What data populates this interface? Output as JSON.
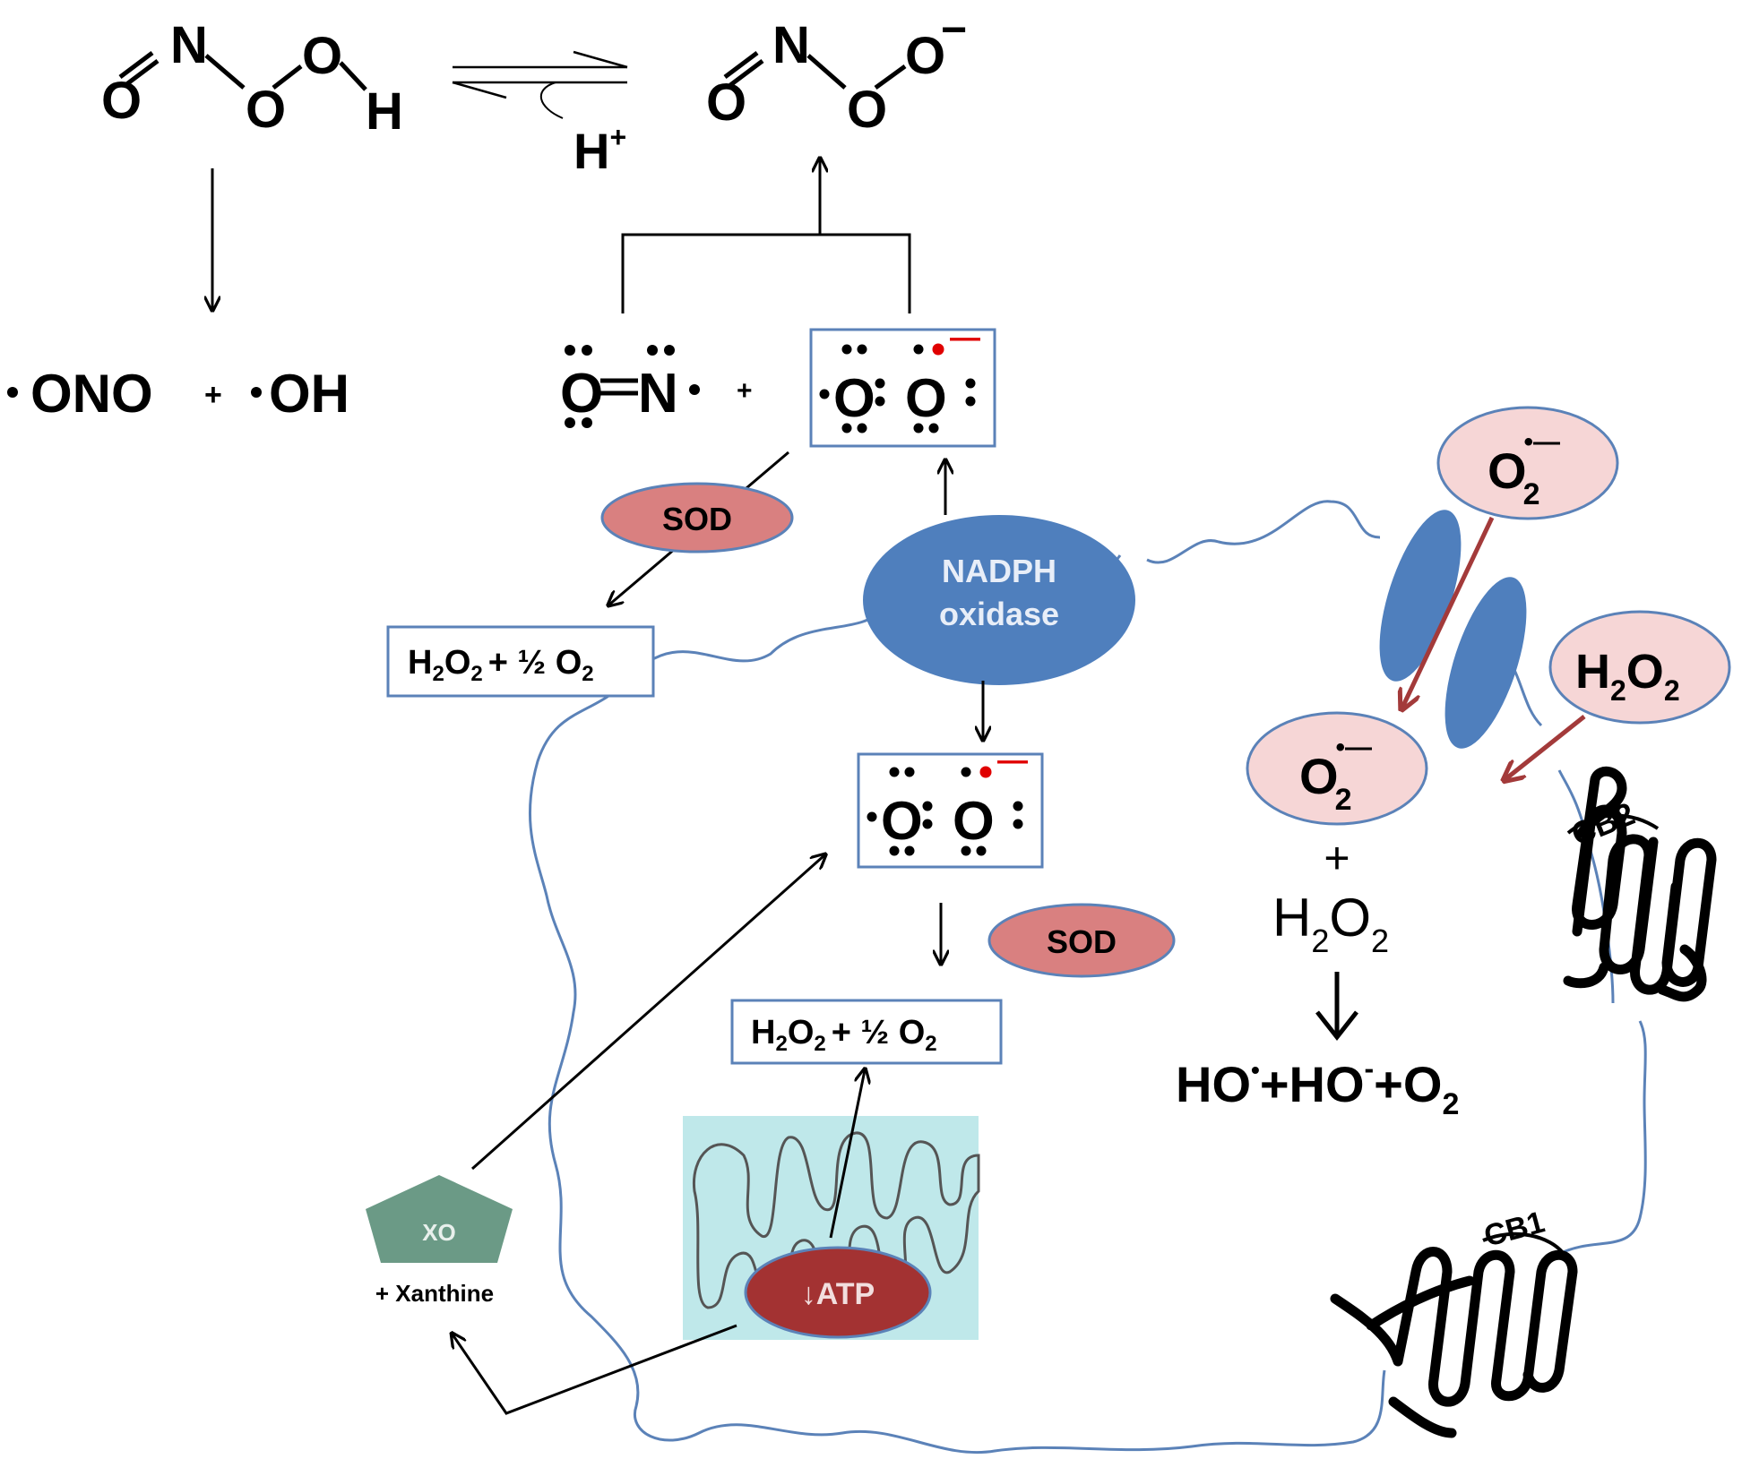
{
  "colors": {
    "membrane": "#5b82b8",
    "nadph_fill": "#4f7fbd",
    "sod_fill": "#d98080",
    "pink_ellipse": "#f6d6d6",
    "dark_red": "#a33232",
    "arrow_red": "#a33a3a",
    "xo_fill": "#6b9a86",
    "mito_bg": "#bfe8ea",
    "radical_dot": "#e00000"
  },
  "top": {
    "hono2": {
      "atom_n": "N",
      "atom_o1": "O",
      "atom_o2": "O",
      "atom_o3": "O",
      "atom_h": "H"
    },
    "onoo": {
      "atom_n": "N",
      "atom_o1": "O",
      "atom_o2": "O",
      "atom_o3": "O",
      "charge": "−"
    },
    "proton": {
      "symbol": "H",
      "charge": "+"
    }
  },
  "products_left": {
    "ono": "ONO",
    "plus": "+",
    "oh": "OH"
  },
  "no_radical": {
    "o": "O",
    "n": "N",
    "plus": "+"
  },
  "superoxide_box": {
    "o1": "O",
    "o2": "O",
    "charge": "—"
  },
  "enzymes": {
    "sod_top": "SOD",
    "sod_mid": "SOD",
    "nadph_line1": "NADPH",
    "nadph_line2": "oxidase",
    "xo": "XO",
    "xanthine": "+ Xanthine",
    "atp": "↓ATP"
  },
  "h2o2_box": {
    "h": "H",
    "sub2a": "2",
    "o": "O",
    "sub2b": "2",
    "rest": "+ ½ O",
    "sub2c": "2"
  },
  "right": {
    "o2_top": {
      "o": "O",
      "sub": "2",
      "charge": "•—"
    },
    "h2o2_pink": {
      "h": "H",
      "sub1": "2",
      "o": "O",
      "sub2": "2"
    },
    "o2_mid": {
      "o": "O",
      "sub": "2",
      "charge": "•—"
    },
    "plus": "+",
    "h2o2": {
      "h": "H",
      "sub1": "2",
      "o": "O",
      "sub2": "2"
    },
    "products": {
      "ho1": "HO",
      "sup1": "•",
      "plus1": "+",
      "ho2": "HO",
      "sup2": "-",
      "plus2": "+",
      "o": "O",
      "sub": "2"
    }
  },
  "receptors": {
    "cb2": "CB2",
    "cb1": "CB1"
  }
}
